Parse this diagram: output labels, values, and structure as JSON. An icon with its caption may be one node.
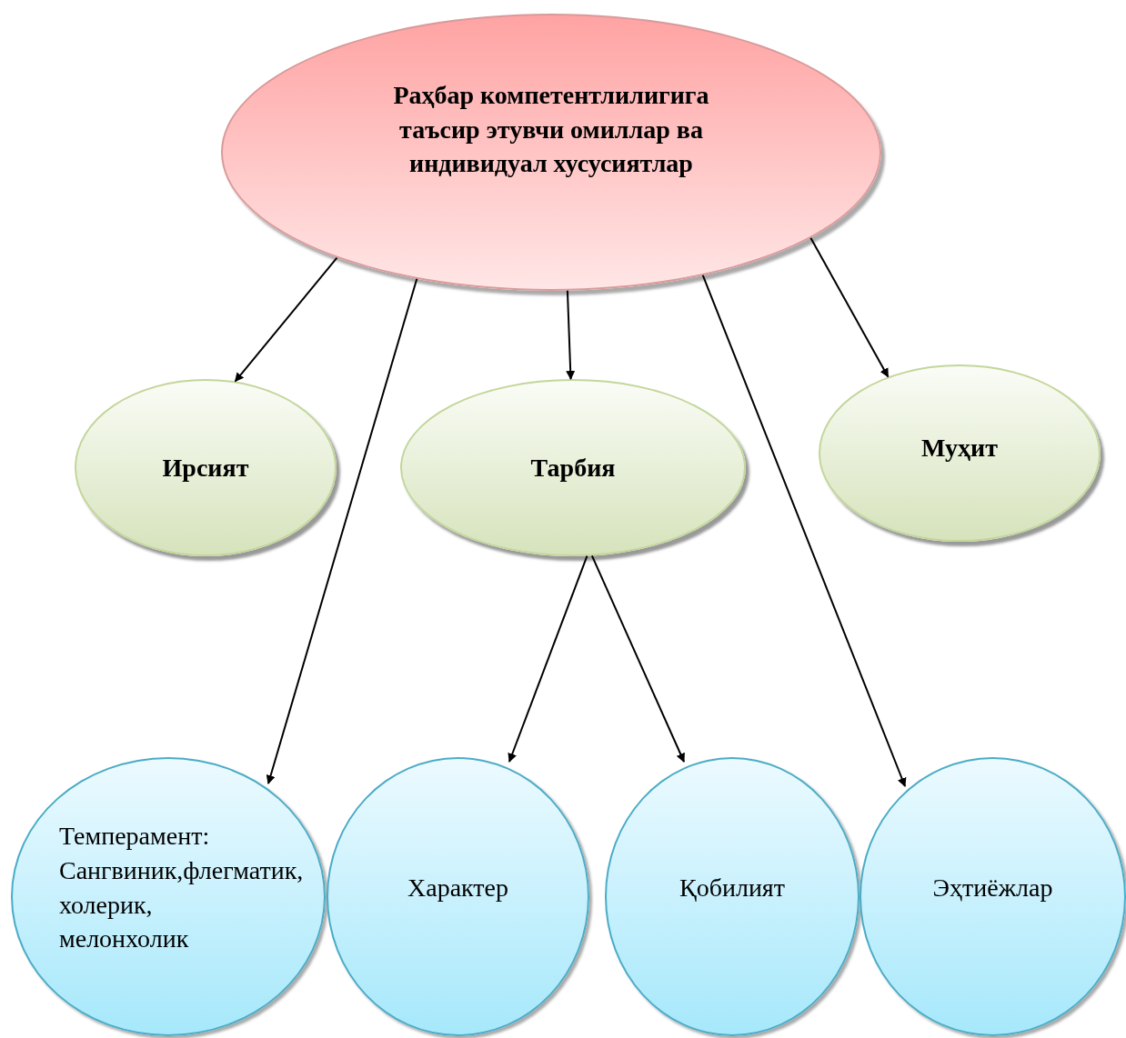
{
  "diagram": {
    "nodes": [
      {
        "text": [
          "Раҳбар компетентлилигига таъсир этувчи омиллар ва индивидуал хусусиятлар"
        ]
      },
      {
        "text": [
          "Ирсият"
        ]
      },
      {
        "text": [
          "Тарбия"
        ]
      },
      {
        "text": [
          "Муҳит"
        ]
      },
      {
        "text": [
          "Темперамент: Сангвиник,флегматик, холерик, мелонхолик"
        ]
      },
      {
        "text": [
          "Характер"
        ]
      },
      {
        "text": [
          "Қобилият"
        ]
      },
      {
        "text": [
          "Эҳтиёжлар"
        ]
      }
    ],
    "edges": [
      {
        "from": 0,
        "to": 1,
        "arrow": "to"
      },
      {
        "from": 0,
        "to": 4,
        "arrow": "to"
      },
      {
        "from": 0,
        "to": 2,
        "arrow": "to"
      },
      {
        "from": 0,
        "to": 7,
        "arrow": "to"
      },
      {
        "from": 0,
        "to": 3,
        "arrow": "to"
      },
      {
        "from": 2,
        "to": 5,
        "arrow": "to"
      },
      {
        "from": 2,
        "to": 6,
        "arrow": "to"
      }
    ]
  }
}
